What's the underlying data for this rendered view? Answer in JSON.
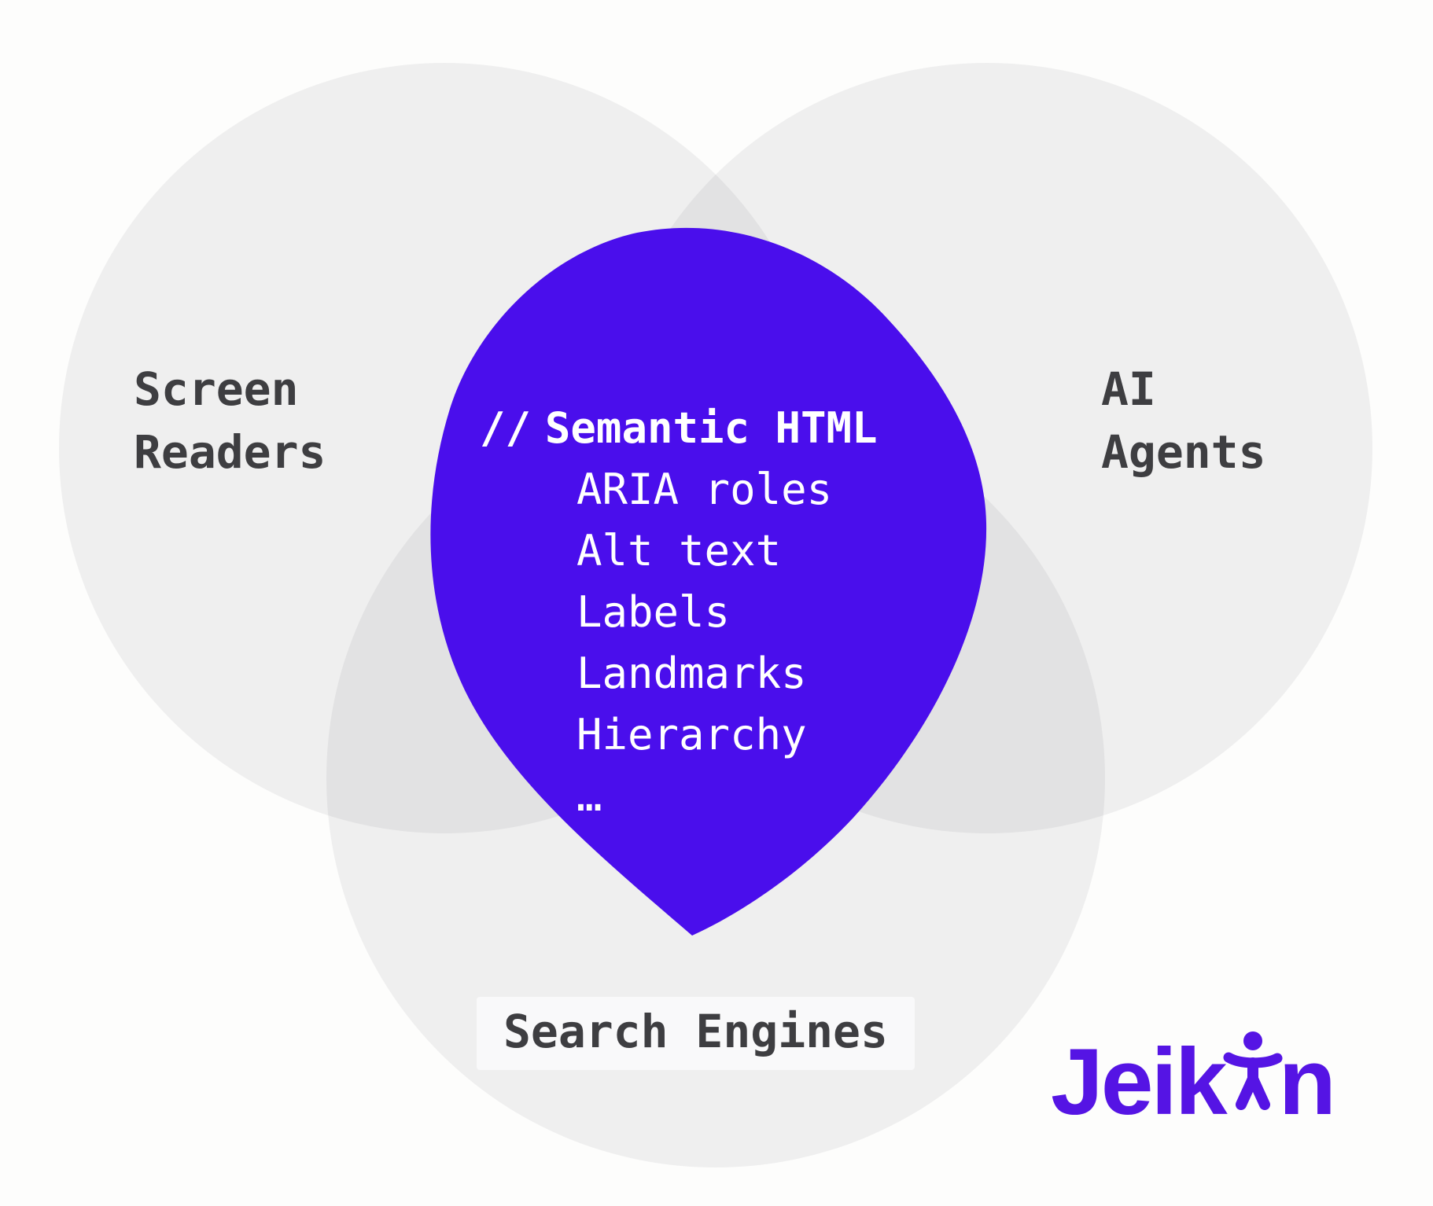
{
  "diagram": {
    "type": "venn",
    "title_concept": "Semantic HTML serves screen readers, AI agents and search engines",
    "sets": [
      {
        "id": "screen-readers",
        "label": "Screen Readers",
        "lines": [
          "Screen",
          "Readers"
        ],
        "position": "top-left"
      },
      {
        "id": "ai-agents",
        "label": "AI Agents",
        "lines": [
          "AI",
          "Agents"
        ],
        "position": "top-right"
      },
      {
        "id": "search-engines",
        "label": "Search Engines",
        "lines": [
          "Search Engines"
        ],
        "position": "bottom"
      }
    ],
    "intersection": {
      "comment_prefix": "//",
      "heading": "Semantic HTML",
      "items": [
        "ARIA roles",
        "Alt text",
        "Labels",
        "Landmarks",
        "Hierarchy",
        "…"
      ]
    }
  },
  "logo": {
    "name": "Jeikin",
    "text_before_icon": "Jeik",
    "text_after_icon": "n",
    "icon": "accessibility-person-icon"
  },
  "colors": {
    "bg": "#FDFDFC",
    "circle": "rgba(114,114,128,0.10)",
    "accent": "#4A0EEC",
    "accent-logo": "#5514E4",
    "label": "#3E3E41",
    "on-accent": "#FFFFFF",
    "search-box-bg": "rgba(252,252,253,0.72)"
  }
}
